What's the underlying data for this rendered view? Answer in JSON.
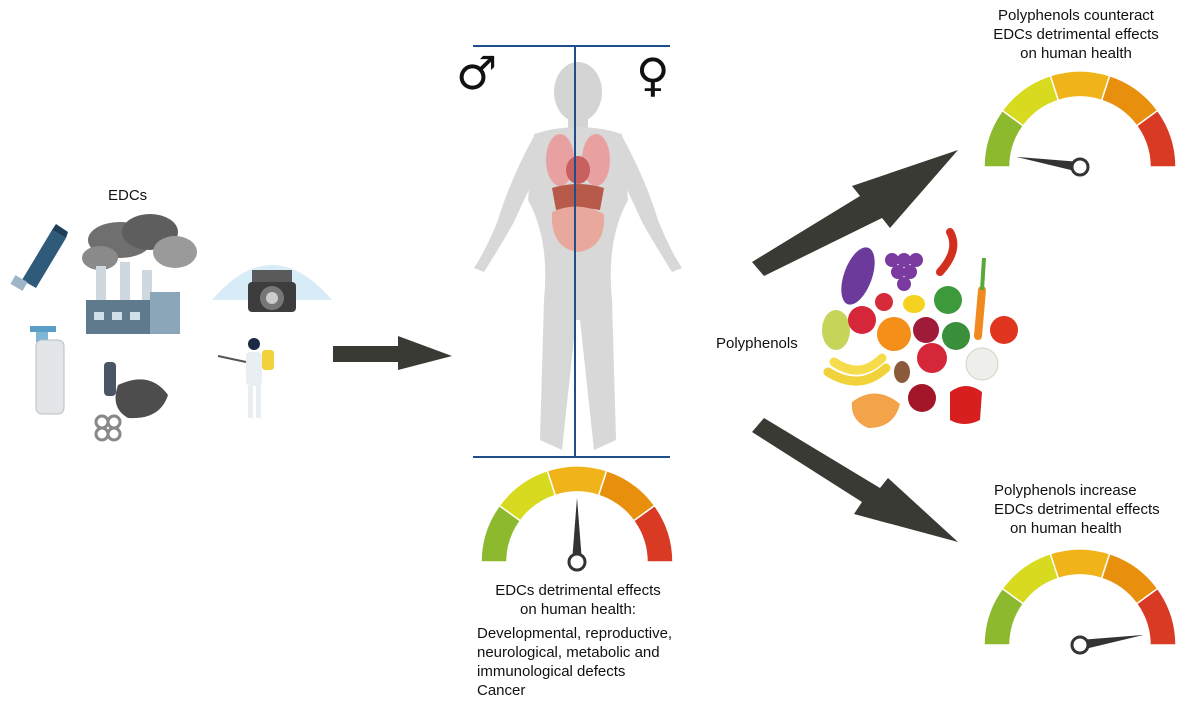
{
  "edcs_label": "EDCs",
  "center_caption": {
    "line1": "EDCs detrimental effects",
    "line2": "on human health:",
    "line3": "Developmental, reproductive,",
    "line4": "neurological, metabolic and",
    "line5": "immunological defects",
    "line6": "Cancer"
  },
  "polyphenols_label": "Polyphenols",
  "top_right_caption": {
    "line1": "Polyphenols counteract",
    "line2": "EDCs detrimental effects",
    "line3": "on human health"
  },
  "bottom_right_caption": {
    "line1": "Polyphenols increase",
    "line2": "EDCs detrimental effects",
    "line3": "on human health"
  },
  "male_symbol": "♂",
  "female_symbol": "♀",
  "gauges": {
    "segment_colors": [
      "#8db92e",
      "#d7da1e",
      "#f0b41a",
      "#e8900e",
      "#d93a24"
    ],
    "center_level": 0.5,
    "top_right_level": 0.05,
    "bottom_right_level": 0.95
  },
  "colors": {
    "male": "#29a3e0",
    "female": "#ec7fb1",
    "arrow": "#3a3a35",
    "frame": "#1f4f8a"
  },
  "icons": [
    "toothpaste-tube-icon",
    "factory-icon",
    "tractor-icon",
    "spray-bottle-icon",
    "plastic-waste-icon",
    "pesticide-sprayer-icon",
    "human-body-icon",
    "fruits-vegetables-icon"
  ]
}
